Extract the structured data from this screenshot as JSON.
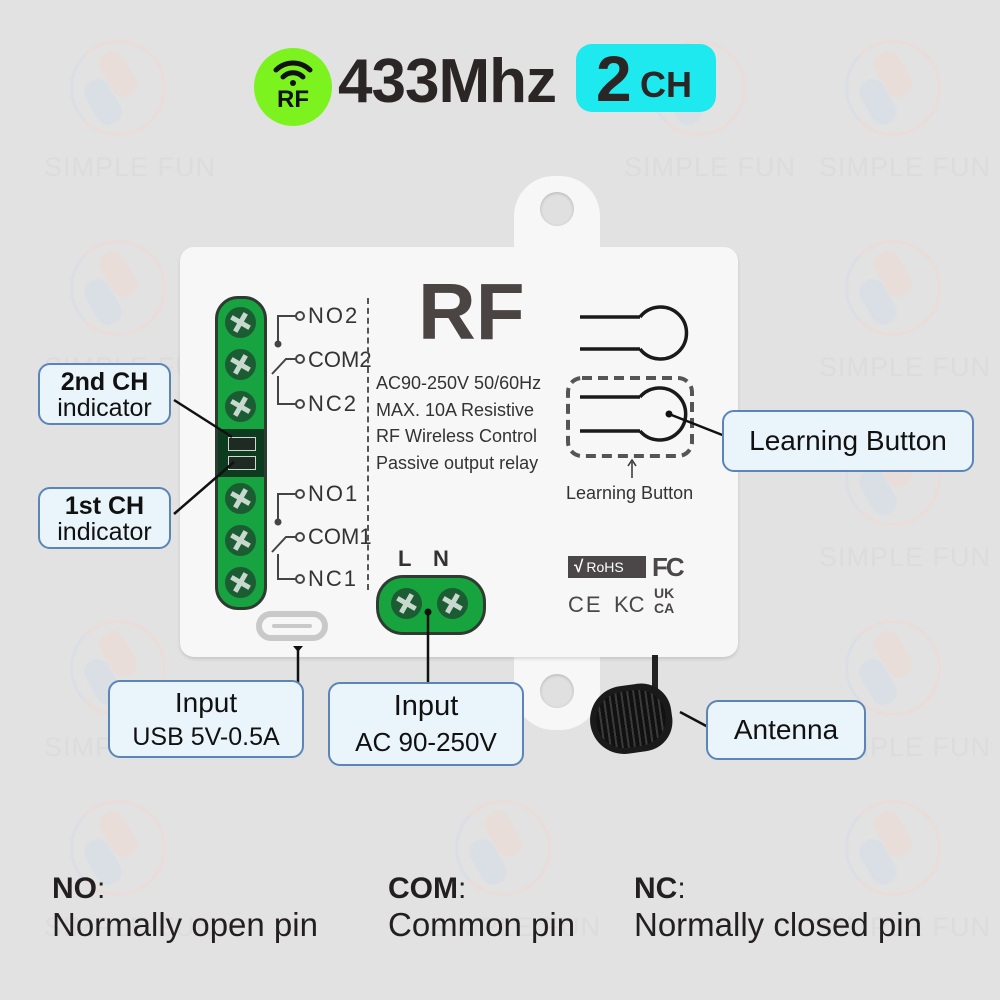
{
  "watermark": {
    "text": "SIMPLE FUN"
  },
  "header": {
    "rf_badge": {
      "icon": "wifi-signal-icon",
      "text": "RF",
      "color": "#7cf21f"
    },
    "frequency": "433Mhz",
    "channel_badge": {
      "number": "2",
      "suffix": "CH",
      "color": "#1ee9ee"
    }
  },
  "device": {
    "title": "RF",
    "terminals": {
      "channel2": [
        "NO2",
        "COM2",
        "NC2"
      ],
      "channel1": [
        "NO1",
        "COM1",
        "NC1"
      ]
    },
    "specs": [
      "AC90-250V 50/60Hz",
      "MAX. 10A  Resistive",
      "RF Wireless Control",
      "Passive output relay"
    ],
    "power_terminal": {
      "l": "L",
      "n": "N"
    },
    "learning_button_caption": "Learning Button",
    "certifications": {
      "rohs": "RoHS",
      "rohs_check": "√",
      "fc": "FC",
      "ce": "CE",
      "kc": "KC",
      "ukca_top": "UK",
      "ukca_bottom": "CA"
    }
  },
  "callouts": {
    "ch2_indicator": {
      "line1": "2nd CH",
      "line2": "indicator"
    },
    "ch1_indicator": {
      "line1": "1st CH",
      "line2": "indicator"
    },
    "learning_button": "Learning Button",
    "usb_input": {
      "line1": "Input",
      "line2": "USB 5V-0.5A"
    },
    "ac_input": {
      "line1": "Input",
      "line2": "AC 90-250V"
    },
    "antenna": "Antenna"
  },
  "legend": [
    {
      "term": "NO",
      "sep": ":",
      "desc": "Normally open pin"
    },
    {
      "term": "COM",
      "sep": ":",
      "desc": "Common pin"
    },
    {
      "term": "NC",
      "sep": ":",
      "desc": "Normally closed pin"
    }
  ],
  "colors": {
    "callout_border": "#5b84b8",
    "callout_fill": "#eaf4fb",
    "terminal_green": "#16a340",
    "background": "#e1e2e1"
  }
}
